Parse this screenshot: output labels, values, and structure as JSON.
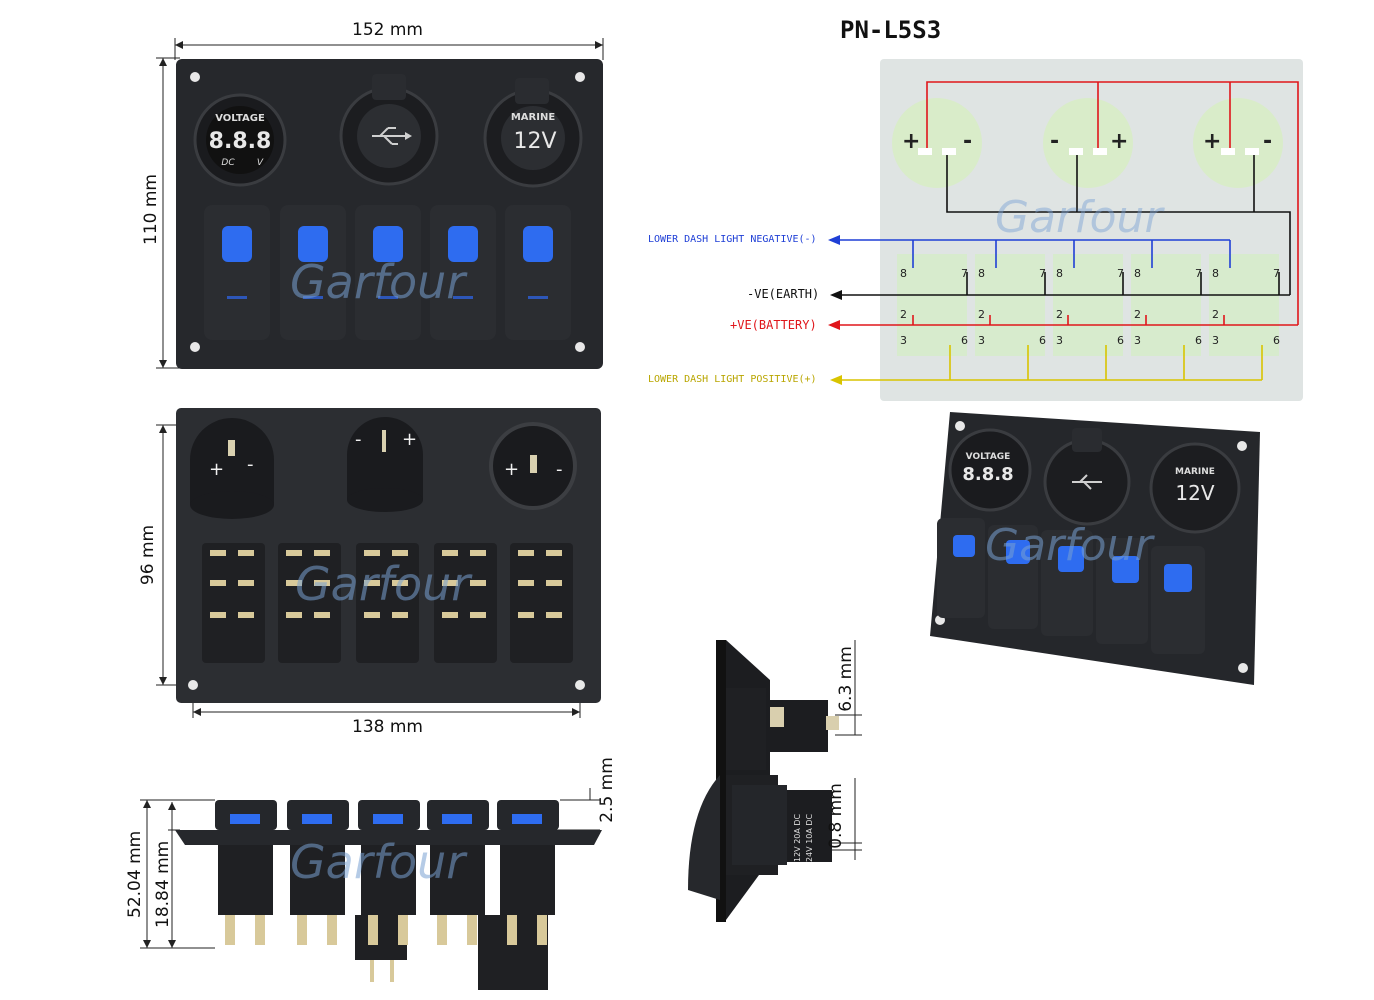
{
  "diagram": {
    "part_number": "PN-L5S3",
    "watermark": "Garfour",
    "dimensions": {
      "width_front": "152 mm",
      "height_front": "110 mm",
      "height_back": "96 mm",
      "width_back": "138 mm",
      "total_depth": "52.04 mm",
      "rear_depth": "18.84 mm",
      "rocker_protrusion": "2.5 mm",
      "socket_protrusion": "6.3 mm",
      "plate_gap": "0.8 mm"
    },
    "front_panel": {
      "voltmeter_title": "VOLTAGE",
      "voltmeter_digits": "8.8.8",
      "voltmeter_dc": "DC",
      "voltmeter_v": "V",
      "outlet_label": "MARINE",
      "outlet_voltage": "12V",
      "switch_count": 5
    },
    "side_label": {
      "line1": "12V 20A DC",
      "line2": "24V 10A DC"
    },
    "wiring": {
      "labels": {
        "negative": "LOWER DASH LIGHT NEGATIVE(-)",
        "earth": "-VE(EARTH)",
        "battery": "+VE(BATTERY)",
        "positive": "LOWER DASH LIGHT POSITIVE(+)"
      },
      "colors": {
        "negative": "#1f3fd6",
        "earth": "#111111",
        "battery": "#e0161b",
        "positive": "#d9c400",
        "panel_bg": "#dfe4e3",
        "pad": "#d7ebcd"
      },
      "socket_polarities": [
        {
          "left": "+",
          "right": "-"
        },
        {
          "left": "-",
          "right": "+"
        },
        {
          "left": "+",
          "right": "-"
        }
      ],
      "pin_labels": {
        "top_left": "8",
        "top_right": "7",
        "mid_left": "2",
        "bottom_left": "3",
        "bottom_right": "6"
      }
    }
  }
}
